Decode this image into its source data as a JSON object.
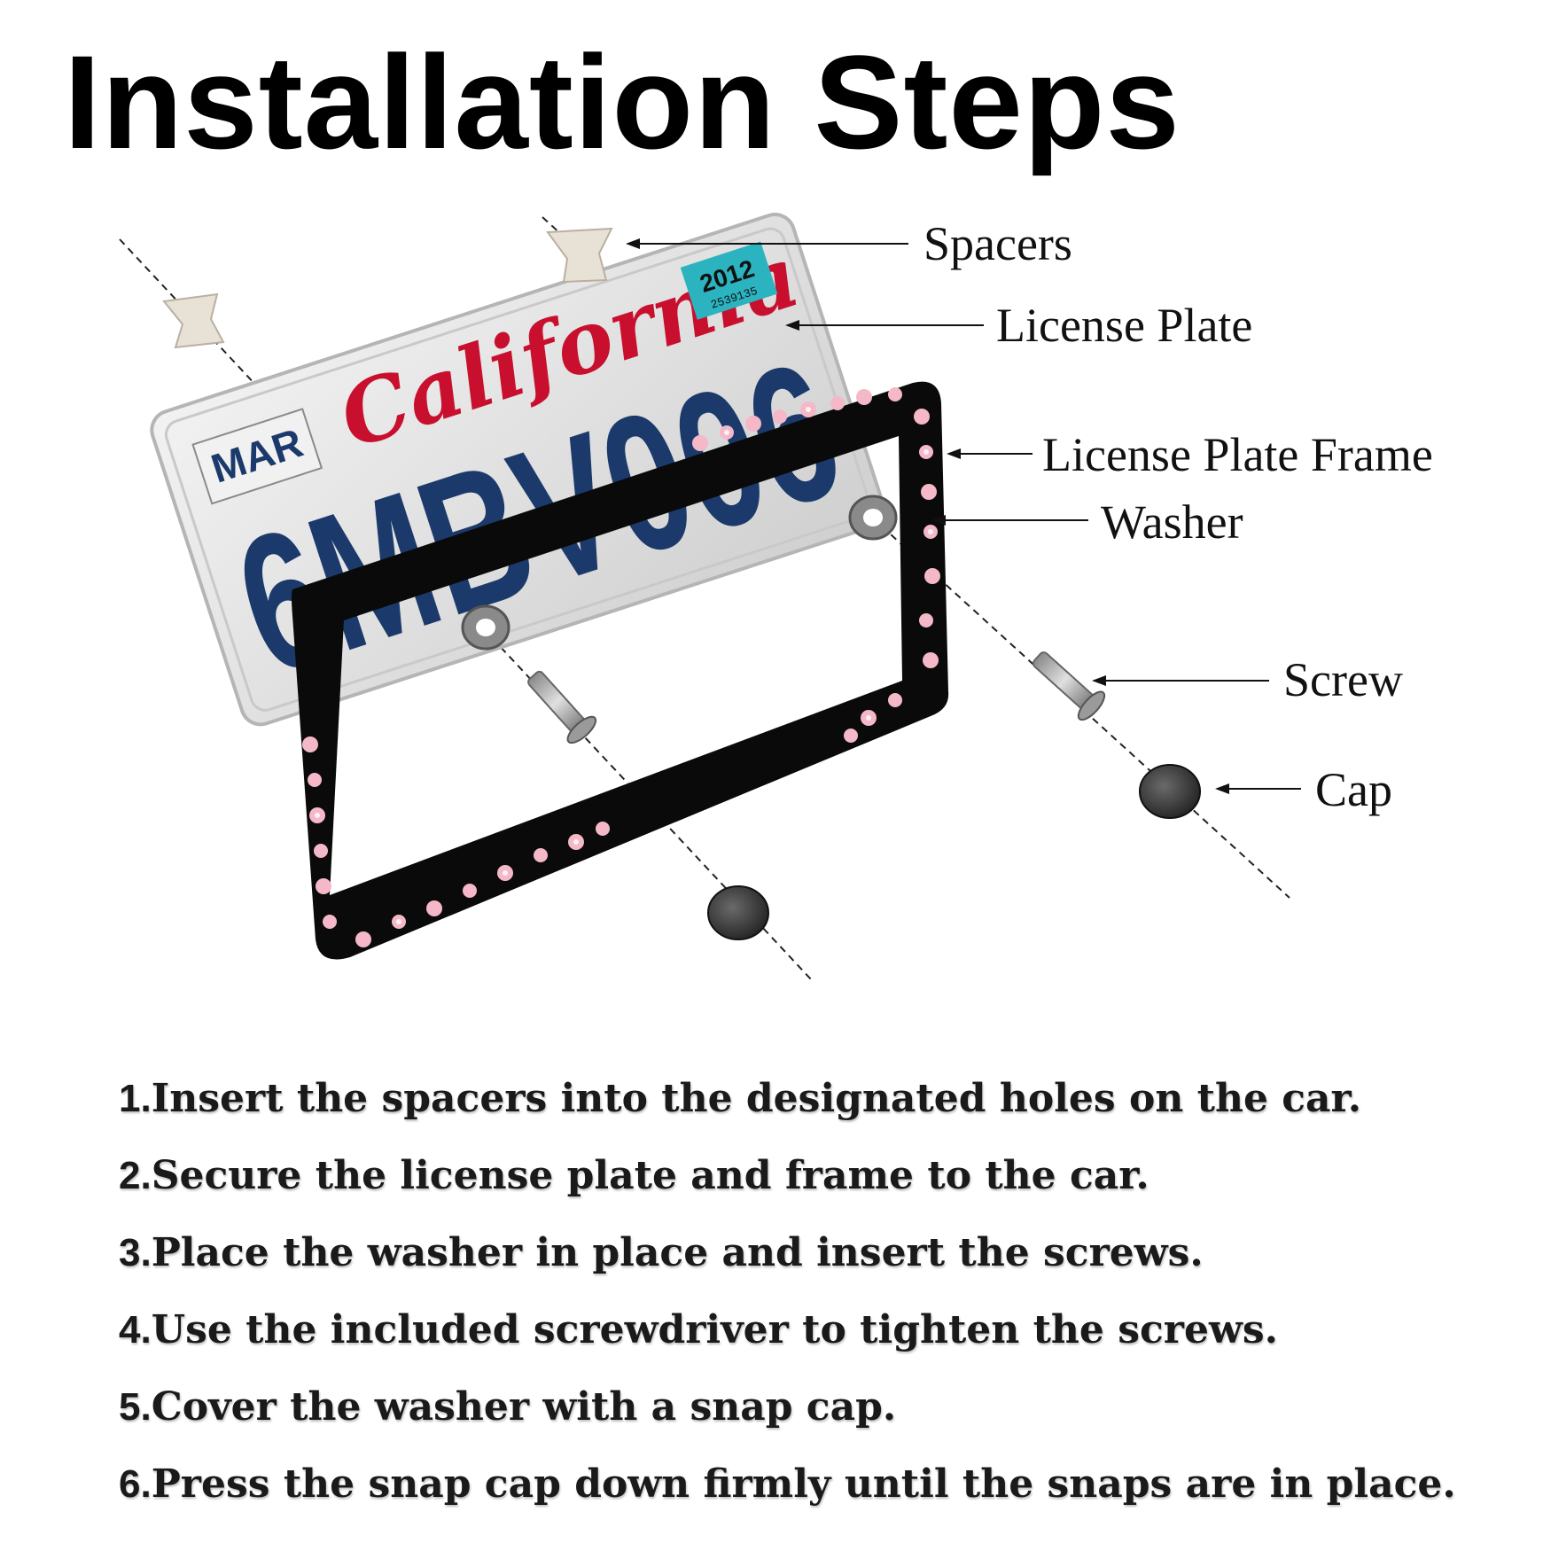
{
  "title": "Installation Steps",
  "callouts": {
    "spacers": "Spacers",
    "license_plate": "License Plate",
    "license_plate_frame": "License Plate Frame",
    "washer": "Washer",
    "screw": "Screw",
    "cap": "Cap"
  },
  "plate": {
    "state": "California",
    "month": "MAR",
    "number": "6MBV006",
    "sticker_year": "2012",
    "sticker_code": "2539135"
  },
  "steps": [
    {
      "num": "1.",
      "text": "Insert the spacers into the designated holes on the car."
    },
    {
      "num": "2.",
      "text": "Secure the license plate and frame to the car."
    },
    {
      "num": "3.",
      "text": "Place the washer in place and insert the screws."
    },
    {
      "num": "4.",
      "text": "Use the included screwdriver to tighten the screws."
    },
    {
      "num": "5.",
      "text": "Cover the washer with a snap cap."
    },
    {
      "num": "6.",
      "text": "Press the snap cap down firmly until the snaps are in place."
    }
  ],
  "colors": {
    "frame": "#0a0a0a",
    "blossom": "#f4b8c8",
    "plate": "#e6e6e6",
    "plate_text": "#1b3a6b",
    "state_script": "#c8102e",
    "sticker": "#2bb3c0"
  }
}
